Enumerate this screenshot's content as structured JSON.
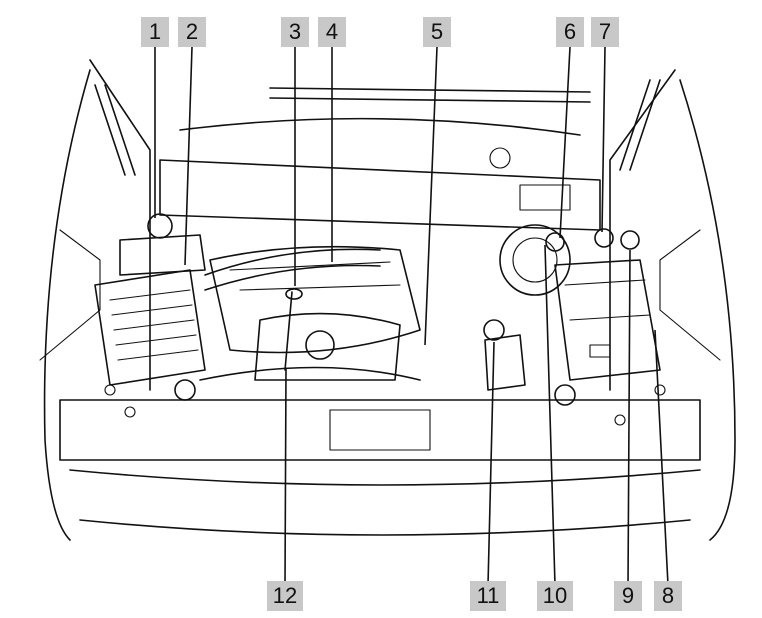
{
  "callouts": [
    {
      "id": "1",
      "label": "1"
    },
    {
      "id": "2",
      "label": "2"
    },
    {
      "id": "3",
      "label": "3"
    },
    {
      "id": "4",
      "label": "4"
    },
    {
      "id": "5",
      "label": "5"
    },
    {
      "id": "6",
      "label": "6"
    },
    {
      "id": "7",
      "label": "7"
    },
    {
      "id": "8",
      "label": "8"
    },
    {
      "id": "9",
      "label": "9"
    },
    {
      "id": "10",
      "label": "10"
    },
    {
      "id": "11",
      "label": "11"
    },
    {
      "id": "12",
      "label": "12"
    }
  ],
  "colors": {
    "label_bg": "#c8c8c8",
    "line": "#111111",
    "background": "#ffffff"
  }
}
